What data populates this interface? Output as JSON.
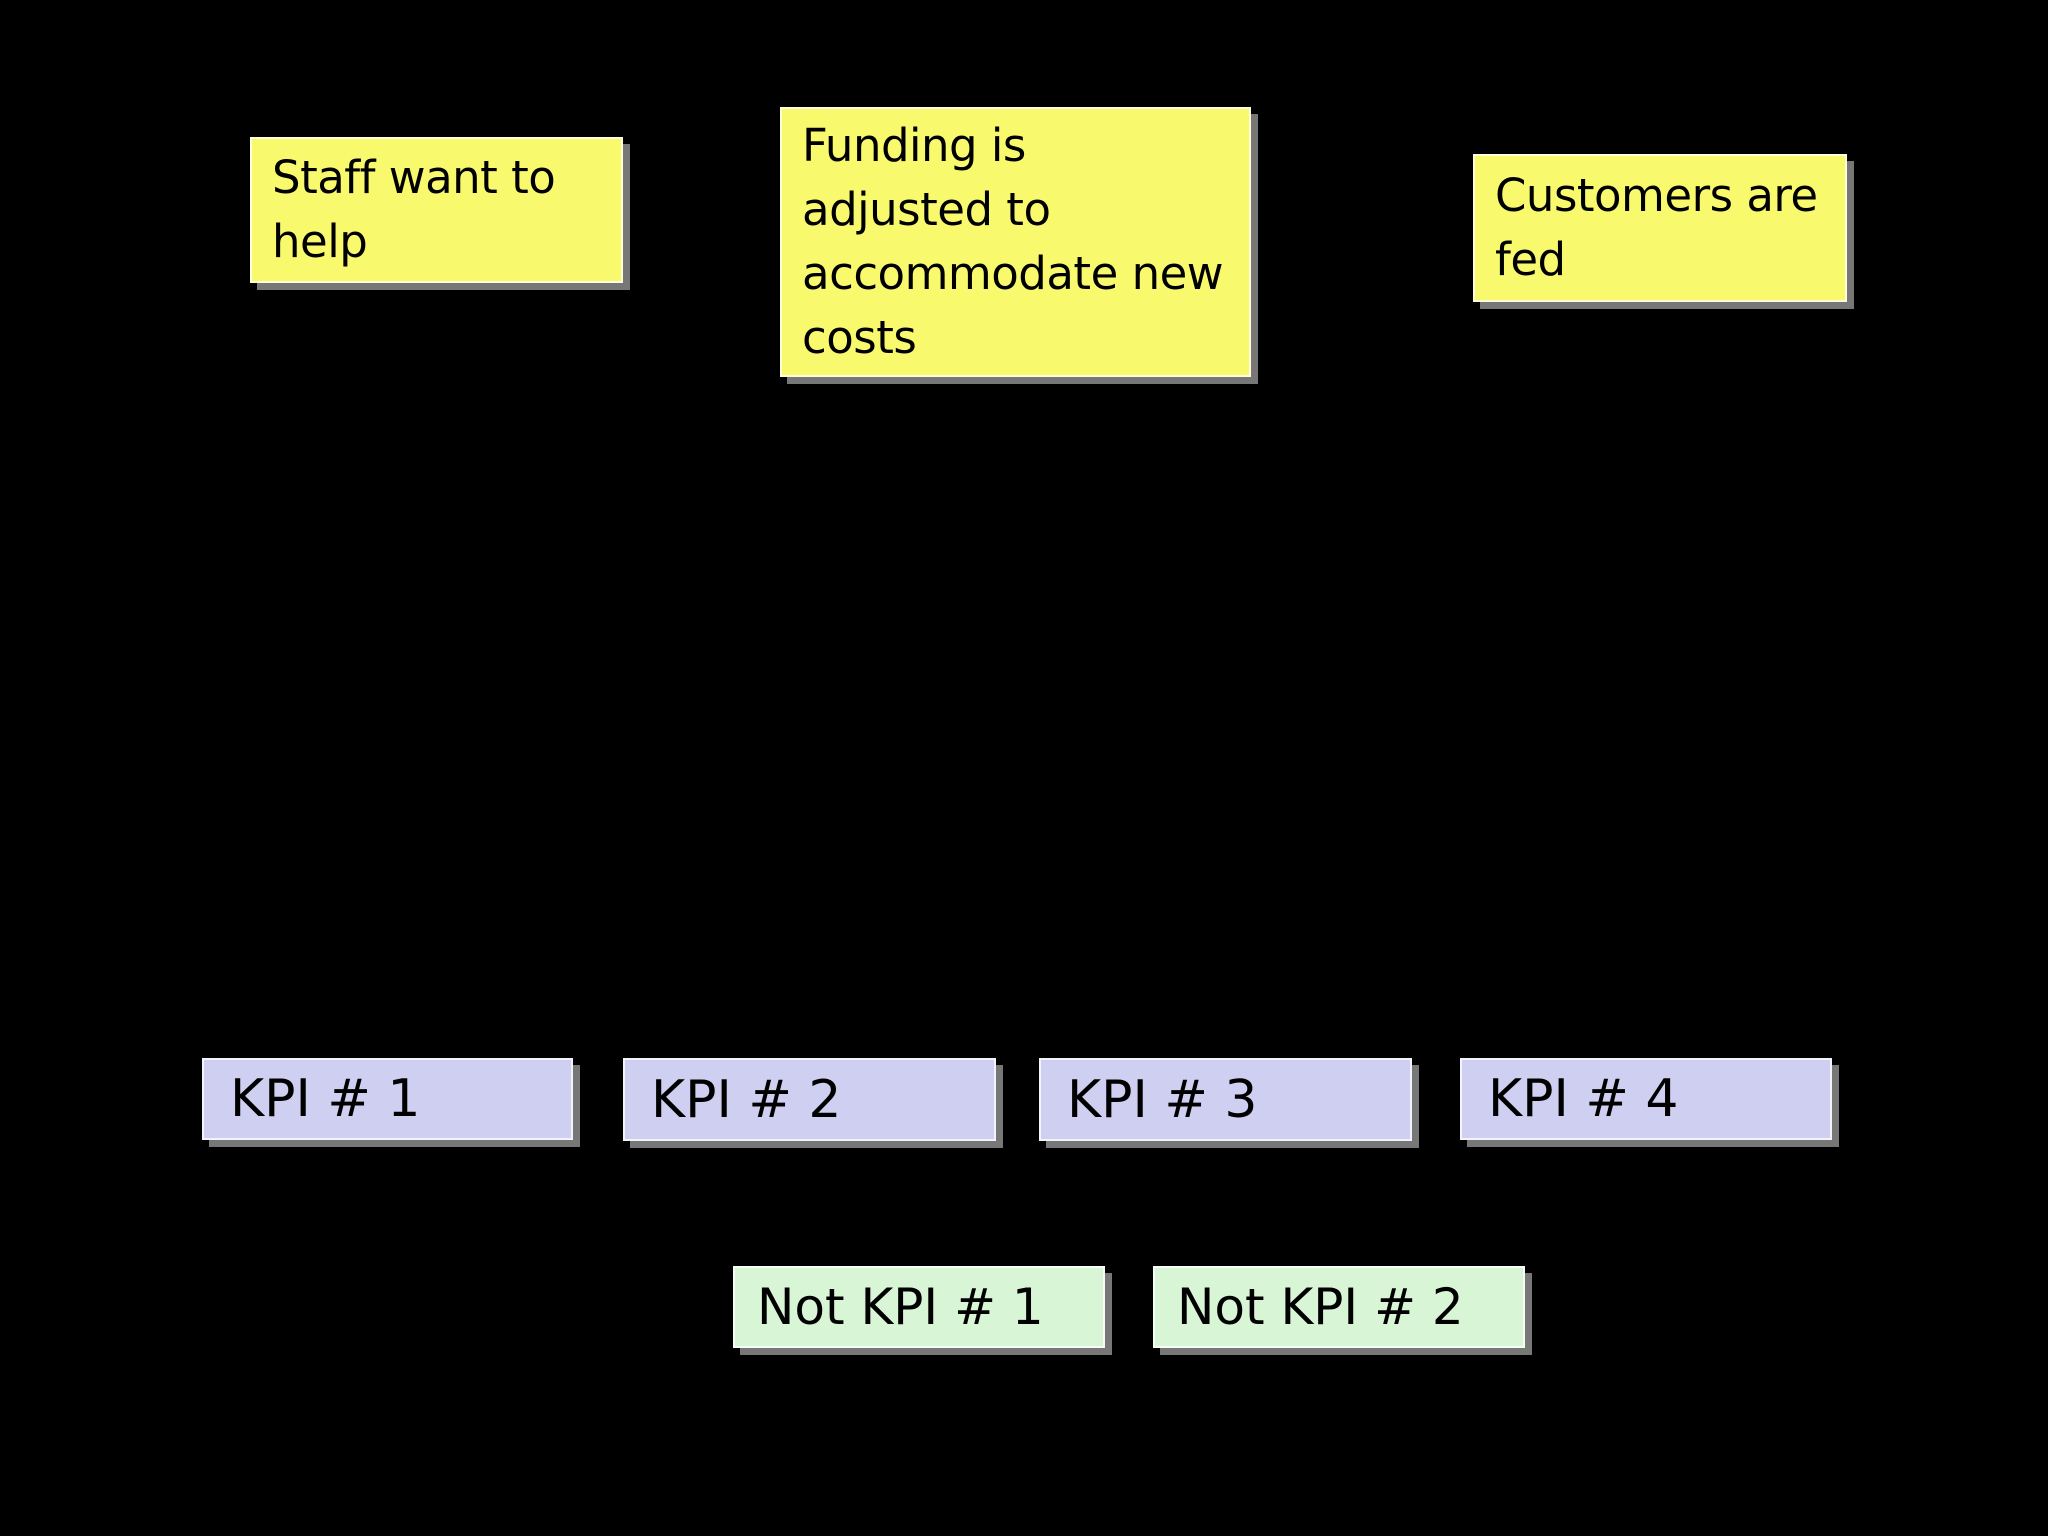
{
  "colors": {
    "background": "#000000",
    "note_fill": "#F9F96E",
    "kpi_fill": "#CFCFF2",
    "not_kpi_fill": "#D8F6D6",
    "shadow": "#777777",
    "text": "#000000"
  },
  "sticky_notes": [
    {
      "label": "Staff want to help"
    },
    {
      "label": "Funding is adjusted to accommodate new costs"
    },
    {
      "label": "Customers are fed"
    }
  ],
  "kpi_boxes": [
    {
      "label": "KPI # 1"
    },
    {
      "label": "KPI # 2"
    },
    {
      "label": "KPI # 3"
    },
    {
      "label": "KPI # 4"
    }
  ],
  "not_kpi_boxes": [
    {
      "label": "Not KPI # 1"
    },
    {
      "label": "Not KPI # 2"
    }
  ]
}
